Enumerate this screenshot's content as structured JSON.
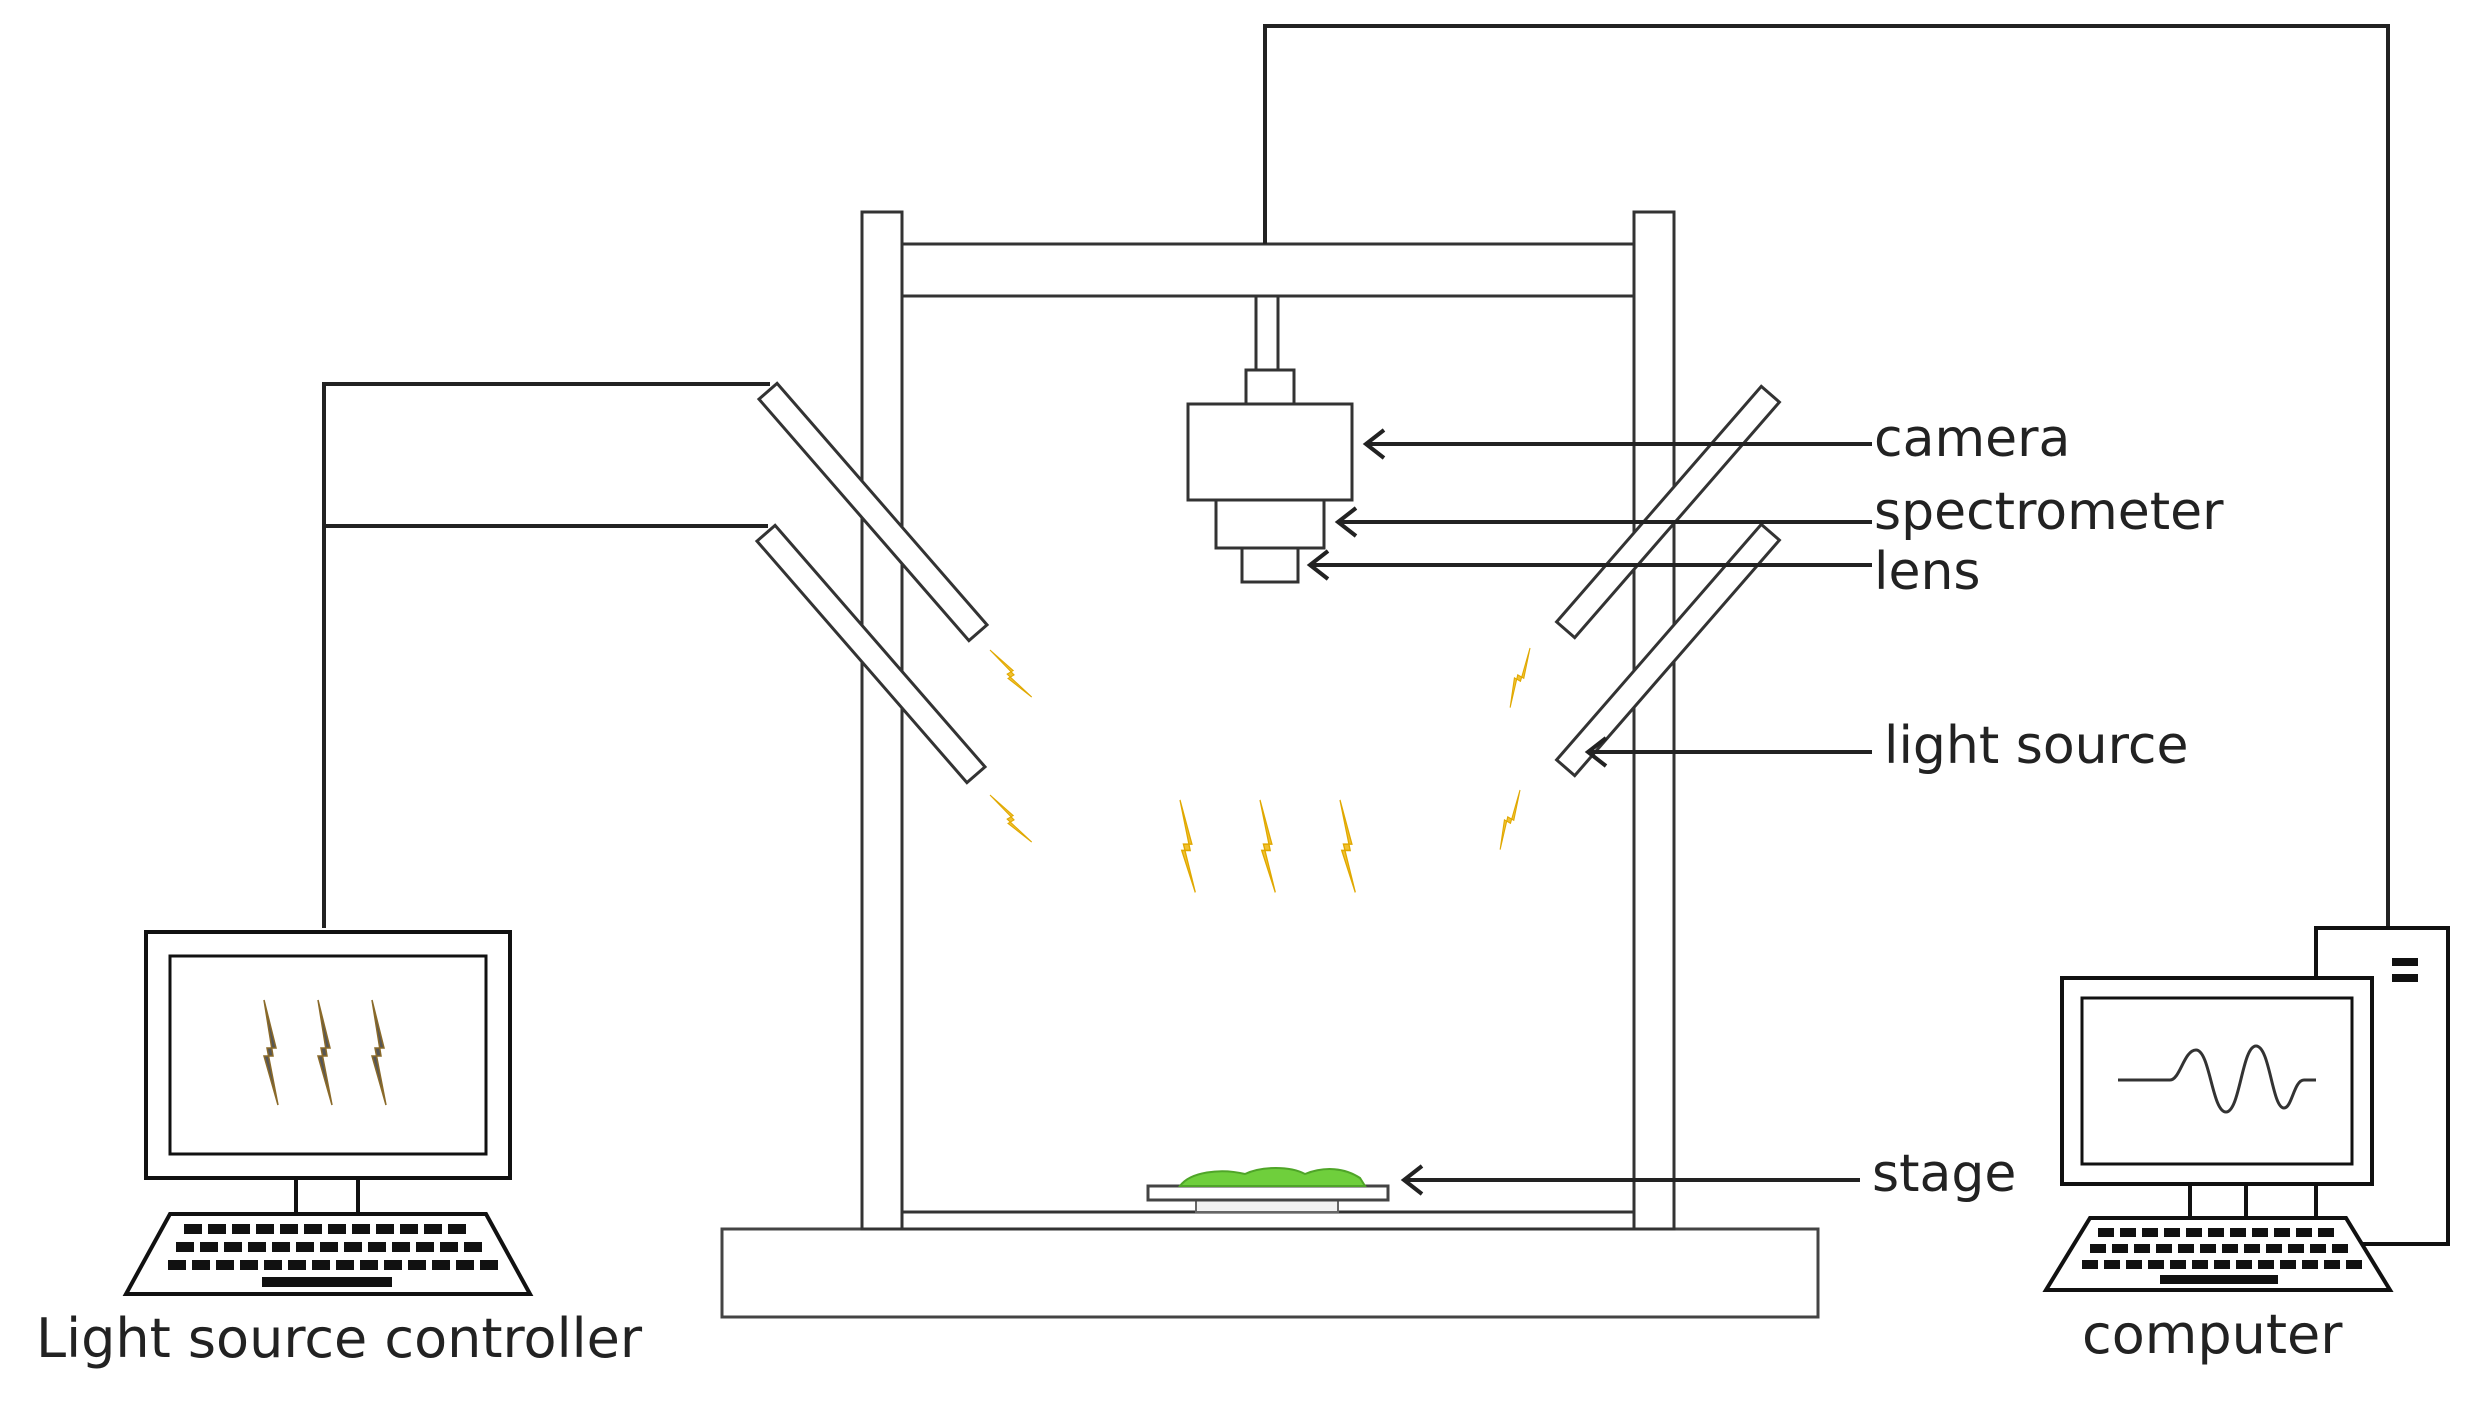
{
  "labels": {
    "camera": "camera",
    "spectrometer": "spectrometer",
    "lens": "lens",
    "light_source": "light source",
    "stage": "stage",
    "light_source_controller": "Light source controller",
    "computer": "computer"
  },
  "colors": {
    "line": "#222222",
    "frame_stroke": "#333333",
    "light_ray": "#f2c230",
    "sample": "#6fcf3c",
    "background": "#ffffff"
  },
  "icons": {
    "controller_screen": "lightning-bolt-icon",
    "computer_screen": "waveform-icon",
    "keyboard": "keyboard-icon"
  }
}
